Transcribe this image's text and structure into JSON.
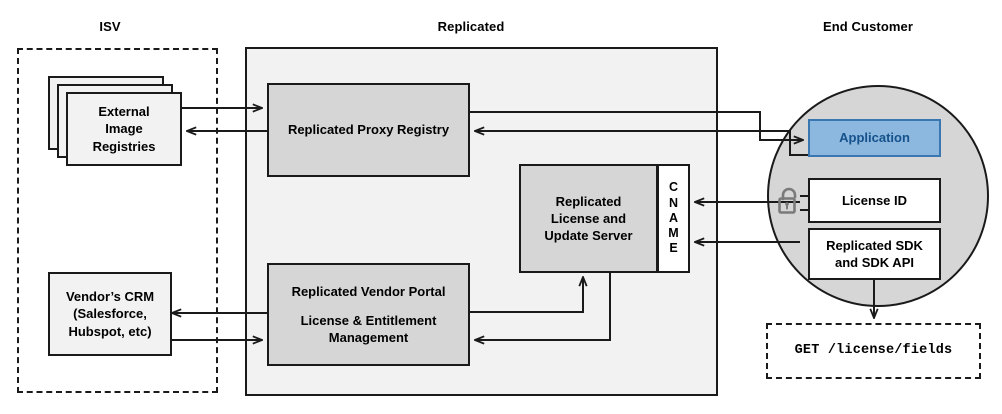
{
  "diagram": {
    "title_zones": [
      {
        "id": "isv",
        "label": "ISV"
      },
      {
        "id": "replicated",
        "label": "Replicated"
      },
      {
        "id": "end_customer",
        "label": "End Customer"
      }
    ],
    "nodes": {
      "external_image_registries": {
        "line1": "External",
        "line2": "Image",
        "line3": "Registries"
      },
      "vendors_crm": {
        "line1": "Vendor’s CRM",
        "line2": "(Salesforce,",
        "line3": "Hubspot, etc)"
      },
      "replicated_proxy_registry": {
        "label": "Replicated Proxy Registry"
      },
      "replicated_license_update_server": {
        "line1": "Replicated",
        "line2": "License and",
        "line3": "Update Server"
      },
      "cname_strip": {
        "letters": [
          "C",
          "N",
          "A",
          "M",
          "E"
        ]
      },
      "replicated_vendor_portal": {
        "line1": "Replicated Vendor Portal",
        "line2": "License & Entitlement",
        "line3": "Management"
      },
      "application": {
        "label": "Application"
      },
      "license_id": {
        "label": "License ID"
      },
      "replicated_sdk": {
        "line1": "Replicated SDK",
        "line2": "and SDK API"
      },
      "api_request": {
        "label": "GET /license/fields"
      }
    },
    "icons": {
      "unlocked_padlock": "unlocked-padlock-icon"
    },
    "colors": {
      "stroke": "#1a1a1a",
      "zone_fill": "#f2f2f2",
      "node_fill": "#d6d6d6",
      "circle_fill": "#d6d6d6",
      "application_fill": "#8cb8e0",
      "application_border": "#3a77b0",
      "application_text": "#15518a",
      "white": "#ffffff",
      "lock": "#7a7a7a"
    }
  }
}
